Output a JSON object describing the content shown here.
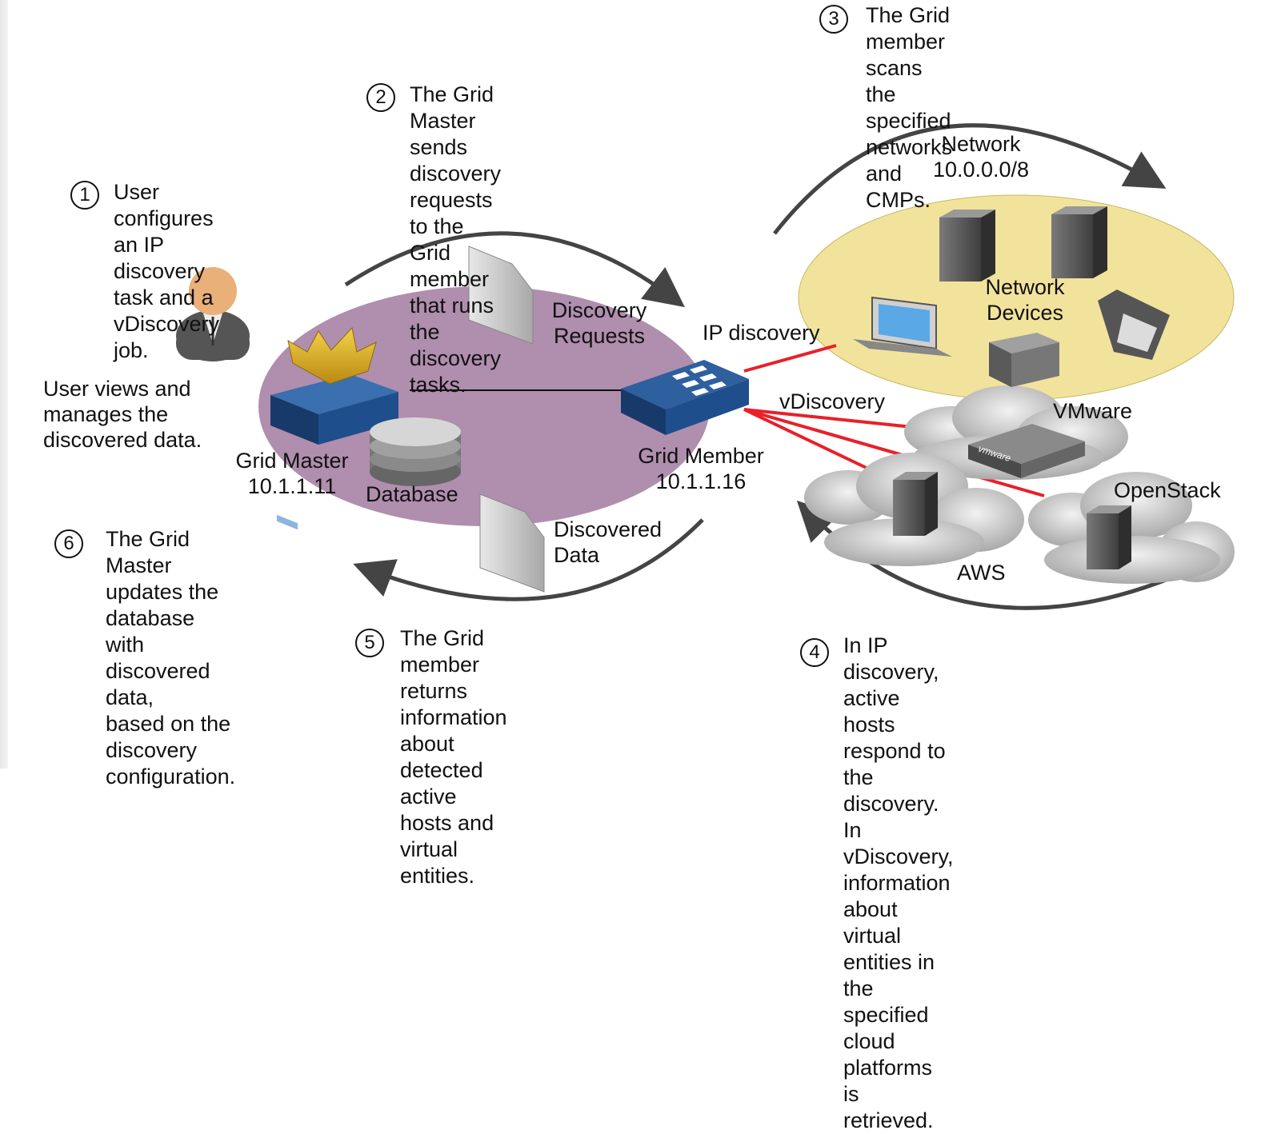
{
  "steps": [
    {
      "number": "1",
      "text": "User configures an IP\ndiscovery task and a\nvDiscovery job."
    },
    {
      "number": "2",
      "text": "The Grid Master sends\ndiscovery requests to the\nGrid member that runs the\ndiscovery tasks."
    },
    {
      "number": "3",
      "text": "The Grid member scans\nthe specified networks and\nCMPs."
    },
    {
      "number": "4",
      "text": "In IP discovery, active hosts\nrespond to the discovery. In\nvDiscovery, information about\nvirtual entities in the specified cloud\nplatforms is retrieved."
    },
    {
      "number": "5",
      "text": "The Grid member returns\ninformation about detected\nactive hosts and virtual\nentities."
    },
    {
      "number": "6",
      "text": "The Grid Master\nupdates the database\nwith discovered data,\nbased on the discovery\nconfiguration."
    }
  ],
  "labels": {
    "user_views": "User views and\nmanages the\ndiscovered data.",
    "grid_master": "Grid Master\n10.1.1.11",
    "database": "Database",
    "discovery_requests": "Discovery\nRequests",
    "discovered_data": "Discovered\nData",
    "ip_discovery": "IP discovery",
    "vdiscovery": "vDiscovery",
    "grid_member": "Grid Member\n10.1.1.16",
    "network": "Network\n10.0.0.0/8",
    "network_devices": "Network\nDevices",
    "vmware": "VMware",
    "openstack": "OpenStack",
    "aws": "AWS",
    "vmware_logo": "vmware"
  },
  "colors": {
    "grid_ellipse": "#b08eae",
    "network_ellipse": "#f2e39c",
    "link_red": "#e8202a",
    "arrow": "#444444",
    "appliance_blue": "#1f4e8c"
  }
}
